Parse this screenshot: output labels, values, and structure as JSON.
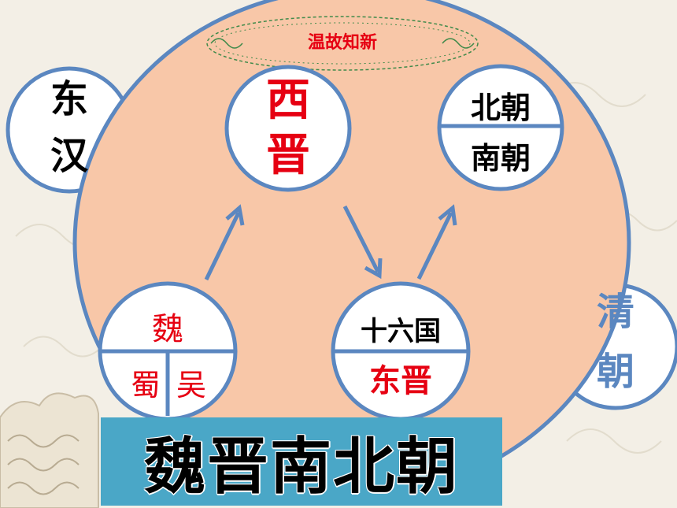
{
  "header": {
    "label": "温故知新"
  },
  "nodes": {
    "donghan": {
      "line1": "东",
      "line2": "汉"
    },
    "qing": {
      "line1": "清",
      "line2": "朝"
    },
    "xijin": {
      "line1": "西",
      "line2": "晋"
    },
    "beinan": {
      "top": "北朝",
      "bottom": "南朝"
    },
    "sanguo": {
      "top": "魏",
      "bottom_left": "蜀",
      "bottom_right": "吴"
    },
    "shiliu": {
      "top": "十六国",
      "bottom": "东晋"
    }
  },
  "banner": {
    "title": "魏晋南北朝"
  },
  "colors": {
    "accent_red": "#e60012",
    "circle_stroke": "#5b87c0",
    "big_circle_fill": "#f8c7a8",
    "banner_fill": "#4aa7c7"
  }
}
